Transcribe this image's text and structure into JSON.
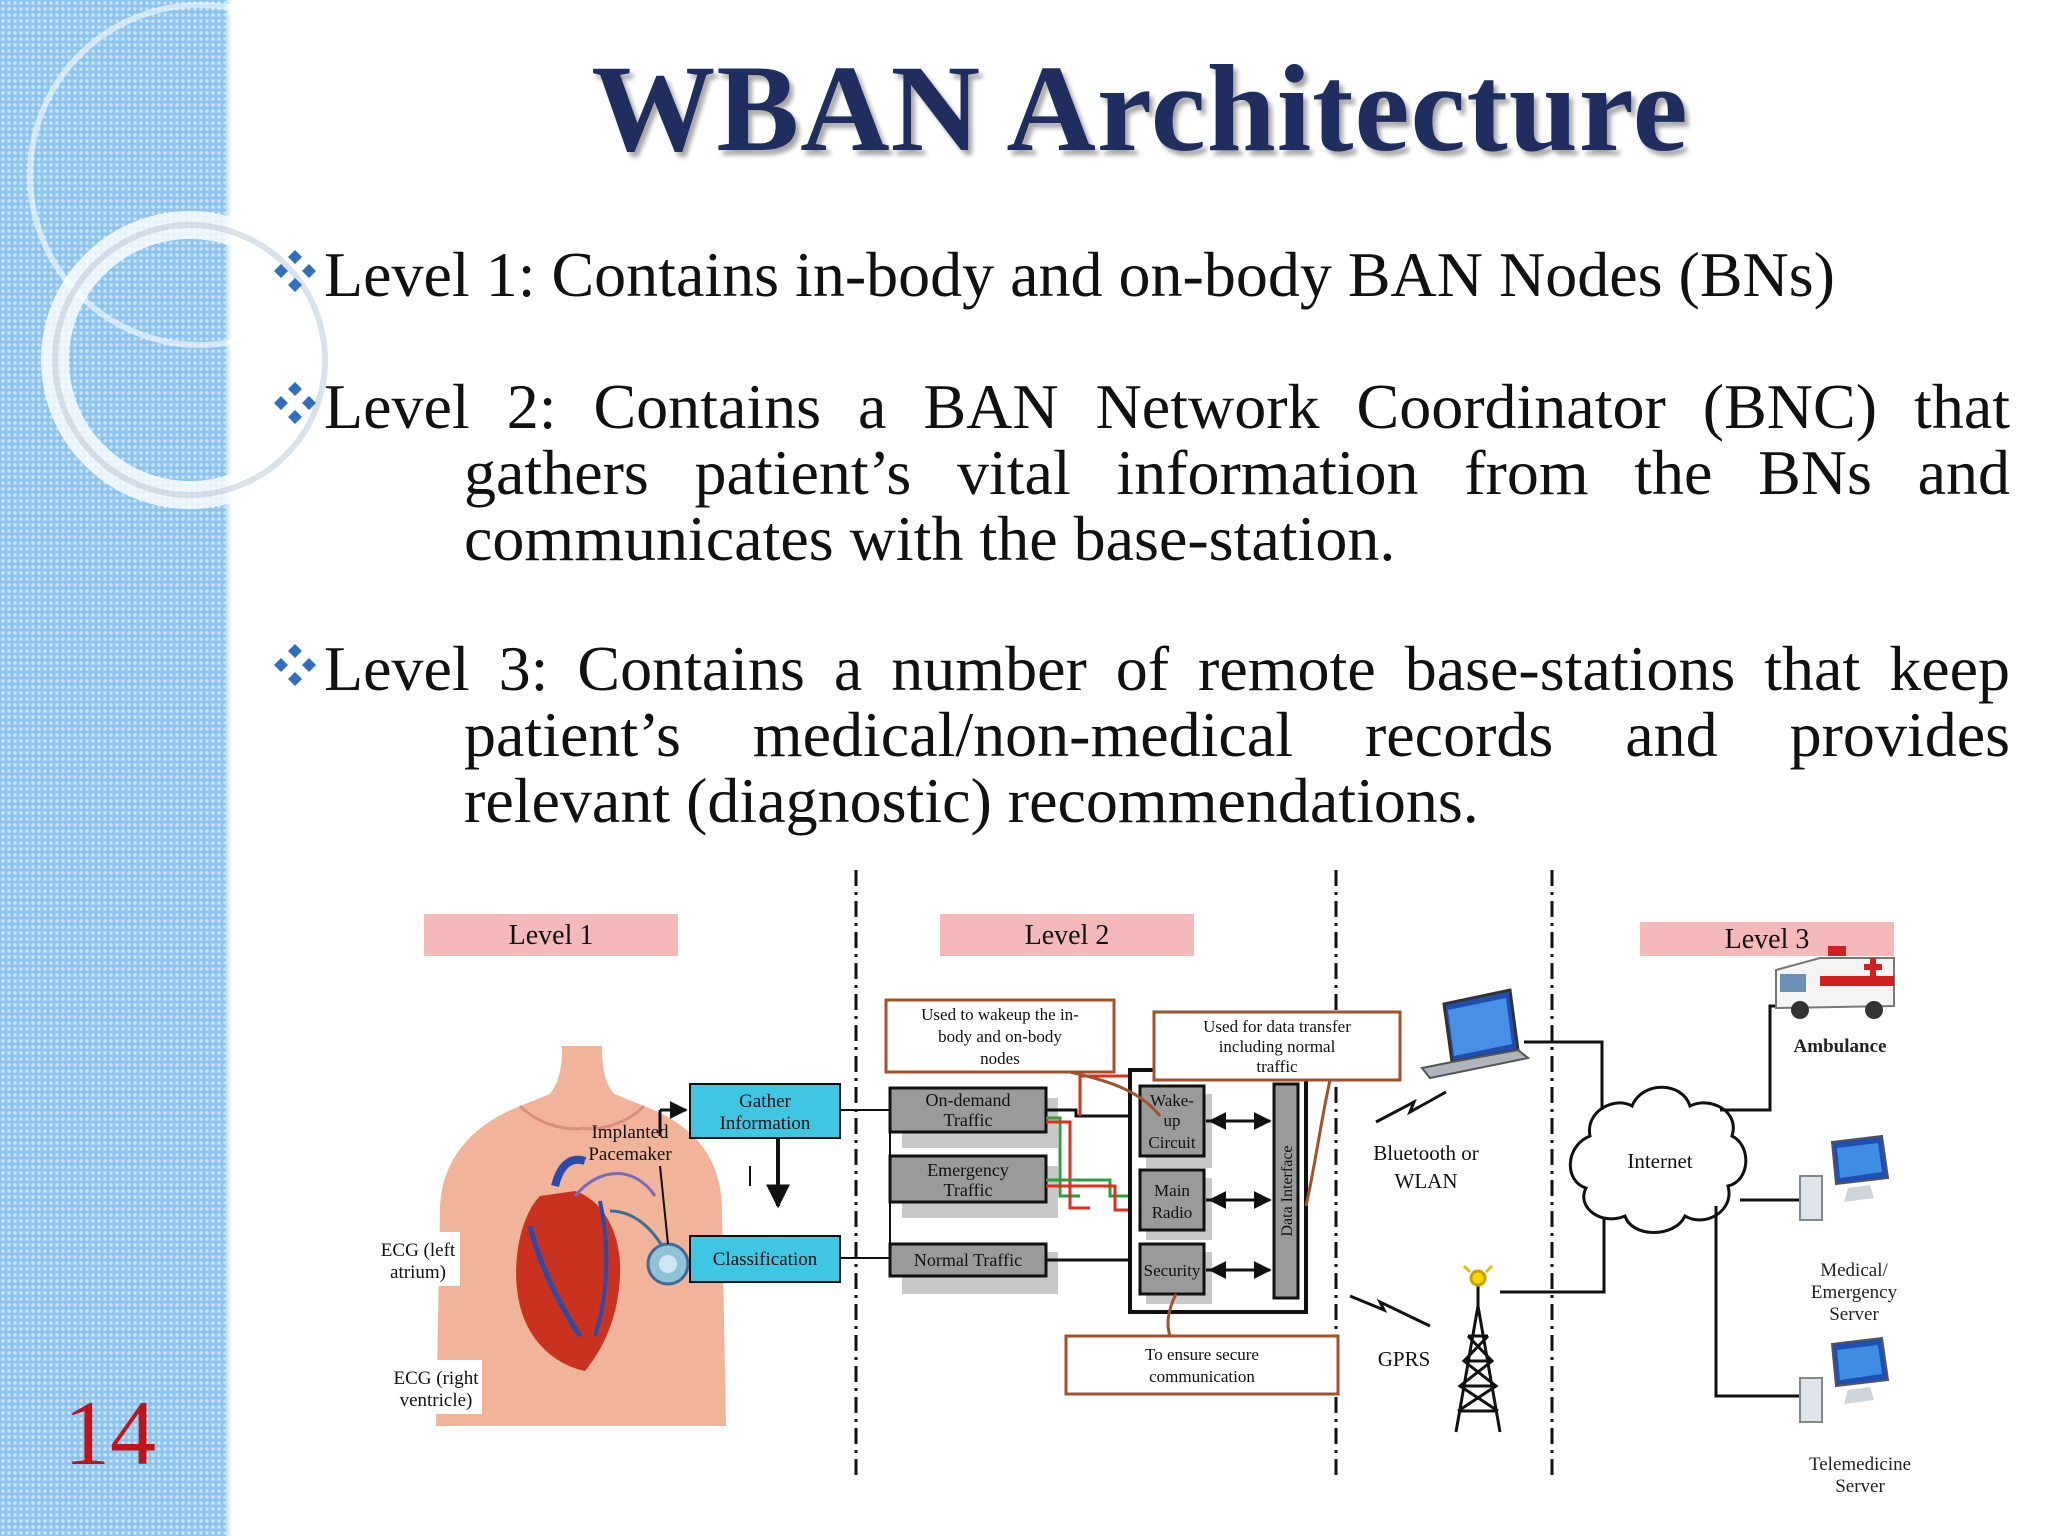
{
  "slide": {
    "title": "WBAN Architecture",
    "number": "14"
  },
  "bullets": [
    {
      "first": "Level 1: Contains in-body and on-body BAN Nodes (BNs)",
      "cont": []
    },
    {
      "first": "Level 2: Contains a BAN Network Coordinator (BNC) that",
      "cont": [
        "gathers patient’s vital information from the BNs and",
        "communicates with the base-station."
      ]
    },
    {
      "first": "Level 3: Contains a number of remote base-stations that keep",
      "cont": [
        "patient’s medical/non-medical records and provides",
        "relevant (diagnostic) recommendations."
      ]
    }
  ],
  "diagram": {
    "levels": [
      "Level 1",
      "Level 2",
      "Level 3"
    ],
    "body_labels": {
      "pacemaker": [
        "Implanted",
        "Pacemaker"
      ],
      "ecg_left": [
        "ECG (left",
        "atrium)"
      ],
      "ecg_right": [
        "ECG (right",
        "ventricle)"
      ]
    },
    "gather": [
      "Gather",
      "Information"
    ],
    "classification": "Classification",
    "traffic": {
      "on_demand": [
        "On-demand",
        "Traffic"
      ],
      "emergency": [
        "Emergency",
        "Traffic"
      ],
      "normal": "Normal Traffic"
    },
    "radio": {
      "wakeup": [
        "Wake-",
        "up",
        "Circuit"
      ],
      "main": [
        "Main",
        "Radio"
      ],
      "security": "Security",
      "data_interface": "Data Interface"
    },
    "callouts": {
      "wakeup": [
        "Used to wakeup the in-",
        "body and on-body",
        "nodes"
      ],
      "data_transfer": [
        "Used for data transfer",
        "including normal",
        "traffic"
      ],
      "secure": [
        "To ensure secure",
        "communication"
      ]
    },
    "links": {
      "bluetooth": [
        "Bluetooth or",
        "WLAN"
      ],
      "gprs": "GPRS",
      "internet": "Internet"
    },
    "destinations": {
      "ambulance": "Ambulance",
      "medical": [
        "Medical/",
        "Emergency",
        "Server"
      ],
      "telemedicine": [
        "Telemedicine",
        "Server"
      ]
    },
    "colors": {
      "level_bg": "#f6b9b9",
      "cyan_box": "#3fc6e3",
      "callout_border": "#a0522d",
      "accent_red": "#d8311f",
      "accent_green": "#2e9d3c",
      "title": "#1f2d5f",
      "slide_number": "#c0141a",
      "sidebar": "#8cc4ef",
      "bullet_diamond": "#2f6fbd"
    }
  }
}
